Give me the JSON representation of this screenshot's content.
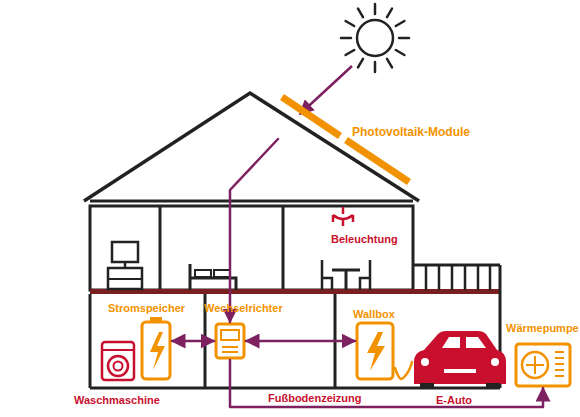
{
  "diagram": {
    "nodes": [
      {
        "text": [
          "Photovoltaik-Module"
        ]
      },
      {
        "text": [
          "Beleuchtung"
        ]
      },
      {
        "text": [
          "Waschmaschine"
        ]
      },
      {
        "text": [
          "Stromspeicher"
        ]
      },
      {
        "text": [
          "Wechselrichter"
        ]
      },
      {
        "text": [
          "Wallbox"
        ]
      },
      {
        "text": [
          "E-Auto"
        ]
      },
      {
        "text": [
          "Wärmepumpe"
        ]
      }
    ],
    "edges": [
      {
        "from": 0,
        "to": 4,
        "arrow": "to"
      },
      {
        "from": 4,
        "to": 3,
        "arrow": "both"
      },
      {
        "from": 4,
        "to": 5,
        "arrow": "both"
      },
      {
        "from": 5,
        "to": 6,
        "arrow": "none"
      },
      {
        "from": 4,
        "to": 7,
        "label": "Fußbodenzeizung",
        "arrow": "to"
      }
    ]
  }
}
